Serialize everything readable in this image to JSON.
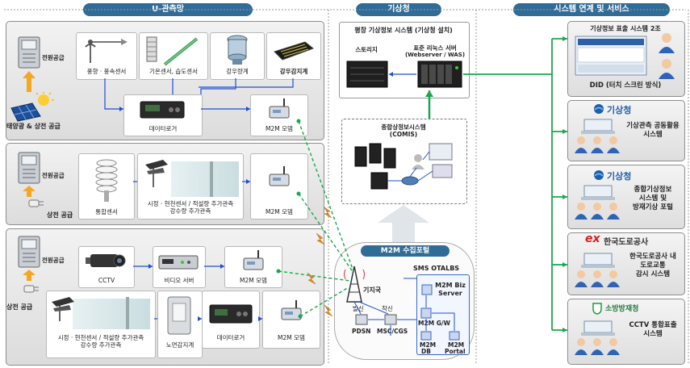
{
  "headers": {
    "obs": "U-관측망",
    "kma": "기상청",
    "svc": "시스템 연계 및 서비스"
  },
  "section1": {
    "power_label": "전원공급",
    "power_source": "태양광 & 상전 공급",
    "sensor_wind": "풍향 · 풍속센서",
    "sensor_temp": "기온센서, 습도센서",
    "sensor_rain": "강우량계",
    "sensor_rain_detect": "강우감지계",
    "logger": "데이터로거",
    "modem": "M2M 모뎀"
  },
  "section2": {
    "power_label": "전원공급",
    "power_source": "상전 공급",
    "sensor_integrated": "통합센서",
    "sensor_vis_line1": "시정 · 현천센서 / 적설량 추가관측",
    "sensor_vis_line2": "강수량 추가관측",
    "modem": "M2M 모뎀"
  },
  "section3": {
    "power_label": "전원공급",
    "power_source": "상전 공급",
    "cctv": "CCTV",
    "video_server": "비디오 서버",
    "modem_a": "M2M 모뎀",
    "sensor_vis_line1": "시정 · 현천센서 / 적설량 추가관측",
    "sensor_vis_line2": "강수량 추가관측",
    "road_thermo": "노면감지계",
    "logger": "데이터로거",
    "modem_b": "M2M 모뎀"
  },
  "kma": {
    "pyeongchang": "평창 기상정보 시스템 (기상청 설치)",
    "storage": "스토리지",
    "server_line1": "표준 리눅스 서버",
    "server_line2": "(Webserver / WAS)",
    "comis_line1": "종합상정보시스템",
    "comis_line2": "(COMIS)",
    "m2m_portal": "M2M 수집포털",
    "base_station": "기지국",
    "send": "발신",
    "recv": "착신",
    "pdsn": "PDSN",
    "msc": "MSC/CGS",
    "sms": "SMS OTALBS",
    "biz_line1": "M2M Biz",
    "biz_line2": "Server",
    "gw": "M2M G/W",
    "db_line1": "M2M",
    "db_line2": "DB",
    "portal_line1": "M2M",
    "portal_line2": "Portal"
  },
  "services": {
    "s1_title": "기상정보 표출 시스템 2조",
    "s1_caption": "DID (터치 스크린 방식)",
    "s2_logo": "기상청",
    "s2_line1": "기상관측 공동활용",
    "s2_line2": "시스템",
    "s3_logo": "기상청",
    "s3_line1": "종합기상정보",
    "s3_line2": "시스템 및",
    "s3_line3": "방재기상 포털",
    "s4_logo_mark": "ex",
    "s4_logo": "한국도로공사",
    "s4_line1": "한국도로공사 내",
    "s4_line2": "도로교통",
    "s4_line3": "감시 시스템",
    "s5_logo": "소방방재청",
    "s5_line1": "CCTV 통합표출",
    "s5_line2": "시스템"
  },
  "colors": {
    "header": "#2f6c97",
    "blue_link": "#1f4fd0",
    "green_link": "#17a84a",
    "lightning": "#e08a1e",
    "kma_blue": "#1d5fa8",
    "ex_red": "#d6201f"
  }
}
